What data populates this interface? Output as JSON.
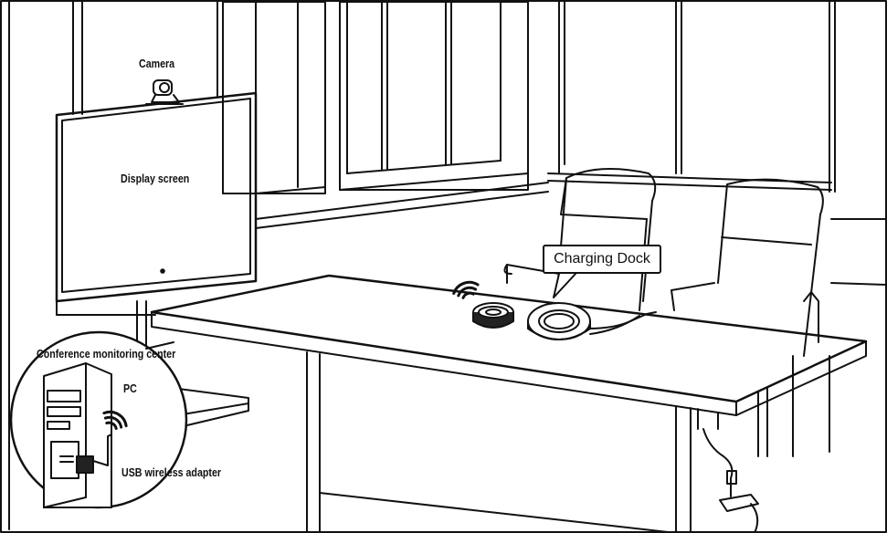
{
  "labels": {
    "camera": "Camera",
    "display_screen": "Display screen",
    "charging_dock": "Charging Dock",
    "monitoring_center": "Conference monitoring center",
    "pc": "PC",
    "usb_adapter": "USB wireless adapter"
  },
  "icons": {
    "wifi_table": "wifi-signal-icon",
    "wifi_pc": "wifi-signal-icon"
  },
  "colors": {
    "line": "#111111",
    "background": "#ffffff"
  }
}
